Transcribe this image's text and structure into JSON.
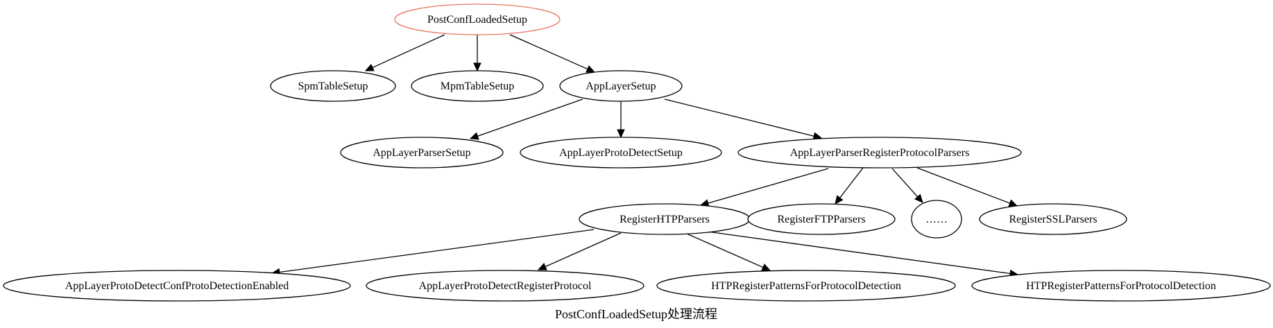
{
  "diagram": {
    "type": "call-graph",
    "caption": "PostConfLoadedSetup处理流程",
    "colors": {
      "root_border": "#e8735e",
      "node_border": "#000000",
      "edge": "#000000",
      "background": "#ffffff"
    },
    "nodes": [
      {
        "id": "post_conf_loaded_setup",
        "label": "PostConfLoadedSetup",
        "root": true
      },
      {
        "id": "spm_table_setup",
        "label": "SpmTableSetup"
      },
      {
        "id": "mpm_table_setup",
        "label": "MpmTableSetup"
      },
      {
        "id": "app_layer_setup",
        "label": "AppLayerSetup"
      },
      {
        "id": "app_layer_parser_setup",
        "label": "AppLayerParserSetup"
      },
      {
        "id": "app_layer_proto_detect_setup",
        "label": "AppLayerProtoDetectSetup"
      },
      {
        "id": "app_layer_parser_register_protocol_parsers",
        "label": "AppLayerParserRegisterProtocolParsers"
      },
      {
        "id": "register_htp_parsers",
        "label": "RegisterHTPParsers"
      },
      {
        "id": "register_ftp_parsers",
        "label": "RegisterFTPParsers"
      },
      {
        "id": "ellipsis",
        "label": "……"
      },
      {
        "id": "register_ssl_parsers",
        "label": "RegisterSSLParsers"
      },
      {
        "id": "app_layer_proto_detect_conf_proto_detection_enabled",
        "label": "AppLayerProtoDetectConfProtoDetectionEnabled"
      },
      {
        "id": "app_layer_proto_detect_register_protocol",
        "label": "AppLayerProtoDetectRegisterProtocol"
      },
      {
        "id": "htp_register_patterns_1",
        "label": "HTPRegisterPatternsForProtocolDetection"
      },
      {
        "id": "htp_register_patterns_2",
        "label": "HTPRegisterPatternsForProtocolDetection"
      }
    ],
    "edges": [
      {
        "from": "post_conf_loaded_setup",
        "to": "spm_table_setup"
      },
      {
        "from": "post_conf_loaded_setup",
        "to": "mpm_table_setup"
      },
      {
        "from": "post_conf_loaded_setup",
        "to": "app_layer_setup"
      },
      {
        "from": "app_layer_setup",
        "to": "app_layer_parser_setup"
      },
      {
        "from": "app_layer_setup",
        "to": "app_layer_proto_detect_setup"
      },
      {
        "from": "app_layer_setup",
        "to": "app_layer_parser_register_protocol_parsers"
      },
      {
        "from": "app_layer_parser_register_protocol_parsers",
        "to": "register_htp_parsers"
      },
      {
        "from": "app_layer_parser_register_protocol_parsers",
        "to": "register_ftp_parsers"
      },
      {
        "from": "app_layer_parser_register_protocol_parsers",
        "to": "ellipsis"
      },
      {
        "from": "app_layer_parser_register_protocol_parsers",
        "to": "register_ssl_parsers"
      },
      {
        "from": "register_htp_parsers",
        "to": "app_layer_proto_detect_conf_proto_detection_enabled"
      },
      {
        "from": "register_htp_parsers",
        "to": "app_layer_proto_detect_register_protocol"
      },
      {
        "from": "register_htp_parsers",
        "to": "htp_register_patterns_1"
      },
      {
        "from": "register_htp_parsers",
        "to": "htp_register_patterns_2"
      }
    ]
  }
}
